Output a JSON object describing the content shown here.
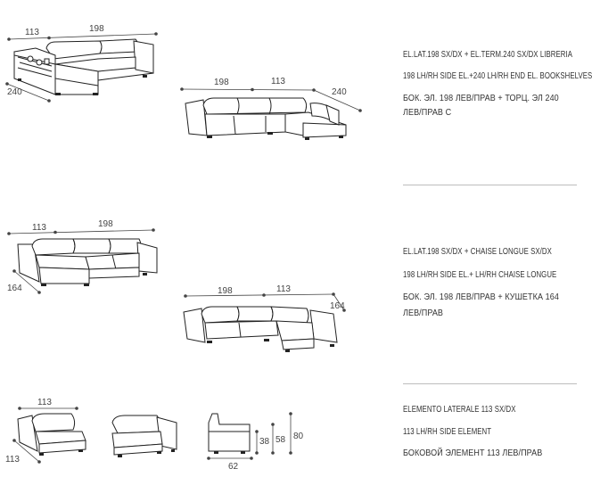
{
  "sections": [
    {
      "dimensions": {
        "sofa_a": {
          "width_left": "113",
          "width_right": "198",
          "depth": "240"
        },
        "sofa_b": {
          "width_left": "198",
          "width_right": "113",
          "depth": "240"
        }
      },
      "descriptions": [
        "EL.LAT.198 SX/DX + EL.TERM.240 SX/DX LIBRERIA",
        "198 LH/RH SIDE EL.+240 LH/RH END EL. BOOKSHELVES",
        "БОК. ЭЛ. 198 ЛЕВ/ПРАВ + ТОРЦ. ЭЛ 240",
        "ЛЕВ/ПРАВ С"
      ]
    },
    {
      "dimensions": {
        "sofa_a": {
          "width_left": "113",
          "width_right": "198",
          "depth": "164"
        },
        "sofa_b": {
          "width_left": "198",
          "width_right": "113",
          "depth": "164"
        }
      },
      "descriptions": [
        "EL.LAT.198 SX/DX + CHAISE LONGUE SX/DX",
        "198 LH/RH SIDE EL.+ LH/RH CHAISE LONGUE",
        "БОК. ЭЛ. 198 ЛЕВ/ПРАВ + КУШЕТКА 164",
        "ЛЕВ/ПРАВ"
      ]
    },
    {
      "dimensions": {
        "sofa_a": {
          "width": "113",
          "depth": "113"
        },
        "side_view": {
          "depth": "62",
          "seat_height": "38",
          "arm_height": "58",
          "back_height": "80"
        }
      },
      "descriptions": [
        "ELEMENTO LATERALE 113 SX/DX",
        "113 LH/RH SIDE ELEMENT",
        "БОКОВОЙ ЭЛЕМЕНТ 113 ЛЕВ/ПРАВ"
      ]
    }
  ]
}
